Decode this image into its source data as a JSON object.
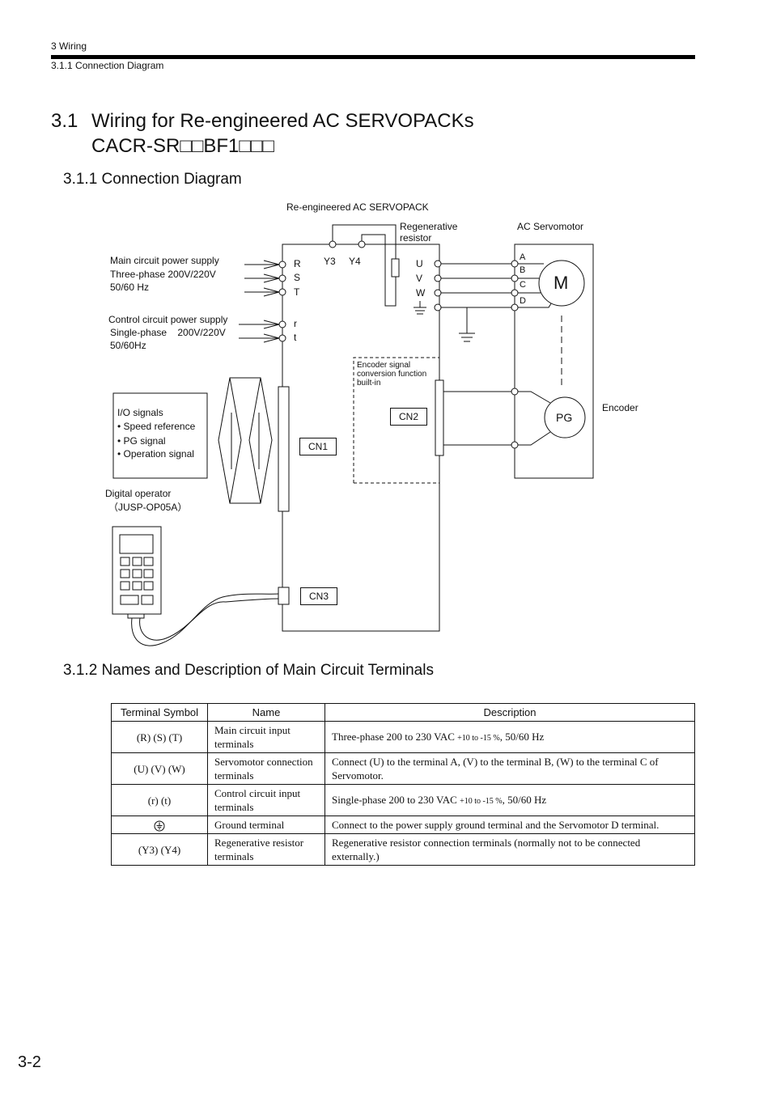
{
  "header": {
    "chapter": "3  Wiring",
    "section": "3.1.1  Connection Diagram"
  },
  "heading": {
    "number": "3.1",
    "title_line1": "Wiring for Re-engineered AC SERVOPACKs",
    "title_line2": "CACR-SR□□BF1□□□"
  },
  "sub1": "3.1.1  Connection Diagram",
  "sub2": "3.1.2  Names and Description of Main Circuit Terminals",
  "diagram": {
    "servopack_label": "Re-engineered AC SERVOPACK",
    "regen_label_1": "Regenerative",
    "regen_label_2": "resistor",
    "servomotor_label": "AC Servomotor",
    "main_supply": [
      "Main circuit power supply",
      "Three-phase 200V/220V",
      "50/60 Hz"
    ],
    "control_supply": [
      "Control circuit power supply",
      "Single-phase    200V/220V",
      "50/60Hz"
    ],
    "terminals_in": [
      "R",
      "S",
      "T"
    ],
    "terminals_ctrl": [
      "r",
      "t"
    ],
    "terminals_regen": [
      "Y3",
      "Y4"
    ],
    "terminals_out": [
      "U",
      "V",
      "W"
    ],
    "motor_terminals": [
      "A",
      "B",
      "C",
      "D"
    ],
    "motor_symbol": "M",
    "encoder_symbol": "PG",
    "encoder_label": "Encoder",
    "encoder_conv": [
      "Encoder signal",
      "conversion function",
      "built-in"
    ],
    "io_signals": [
      "I/O signals",
      "• Speed reference",
      "• PG signal",
      "• Operation signal"
    ],
    "digital_operator": [
      "Digital operator",
      "（JUSP-OP05A）"
    ],
    "cn1": "CN1",
    "cn2": "CN2",
    "cn3": "CN3"
  },
  "table": {
    "headers": [
      "Terminal Symbol",
      "Name",
      "Description"
    ],
    "rows": [
      {
        "symbol": "(R) (S) (T)",
        "name": "Main circuit input terminals",
        "desc_pre": "Three-phase 200 to 230 VAC ",
        "desc_tol": "+10 to -15 %",
        "desc_post": ", 50/60 Hz"
      },
      {
        "symbol": "(U) (V) (W)",
        "name": "Servomotor connection terminals",
        "desc": "Connect (U) to the terminal A, (V) to the terminal B, (W) to the terminal C of Servomotor."
      },
      {
        "symbol": "(r) (t)",
        "name": "Control circuit input terminals",
        "desc_pre": "Single-phase 200 to 230 VAC ",
        "desc_tol": "+10 to -15 %",
        "desc_post": ", 50/60 Hz"
      },
      {
        "symbol_icon": "ground-icon",
        "name": "Ground terminal",
        "desc": "Connect to the power supply ground terminal and the Servomotor D terminal."
      },
      {
        "symbol": "(Y3) (Y4)",
        "name": "Regenerative resistor terminals",
        "desc": "Regenerative resistor connection terminals (normally not to be connected externally.)"
      }
    ]
  },
  "page_number": "3-2"
}
